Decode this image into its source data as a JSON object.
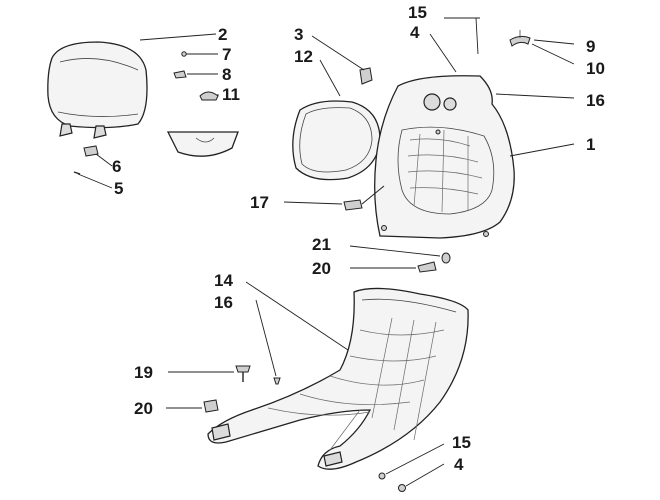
{
  "callouts": [
    {
      "id": "c2a",
      "label": "2"
    },
    {
      "id": "c7",
      "label": "7"
    },
    {
      "id": "c8",
      "label": "8"
    },
    {
      "id": "c11",
      "label": "11"
    },
    {
      "id": "c6",
      "label": "6"
    },
    {
      "id": "c5",
      "label": "5"
    },
    {
      "id": "c3",
      "label": "3"
    },
    {
      "id": "c12",
      "label": "12"
    },
    {
      "id": "c15a",
      "label": "15"
    },
    {
      "id": "c4a",
      "label": "4"
    },
    {
      "id": "c9",
      "label": "9"
    },
    {
      "id": "c10",
      "label": "10"
    },
    {
      "id": "c16a",
      "label": "16"
    },
    {
      "id": "c1",
      "label": "1"
    },
    {
      "id": "c17",
      "label": "17"
    },
    {
      "id": "c21",
      "label": "21"
    },
    {
      "id": "c20a",
      "label": "20"
    },
    {
      "id": "c14",
      "label": "14"
    },
    {
      "id": "c16b",
      "label": "16"
    },
    {
      "id": "c19",
      "label": "19"
    },
    {
      "id": "c20b",
      "label": "20"
    },
    {
      "id": "c15b",
      "label": "15"
    },
    {
      "id": "c4b",
      "label": "4"
    }
  ]
}
